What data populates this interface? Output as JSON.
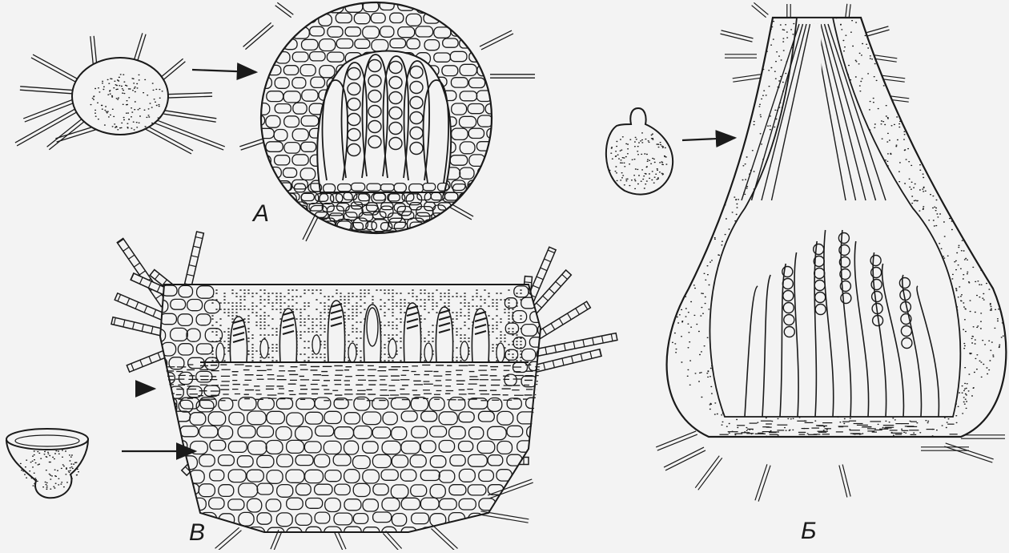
{
  "figure": {
    "panels": [
      {
        "id": "A",
        "label": "A",
        "kind": "cleistothecium",
        "views": [
          "small-external-view",
          "magnified-section"
        ]
      },
      {
        "id": "B",
        "label": "Б",
        "kind": "perithecium",
        "views": [
          "small-external-view",
          "magnified-section"
        ]
      },
      {
        "id": "V",
        "label": "В",
        "kind": "apothecium",
        "views": [
          "small-external-view",
          "magnified-section"
        ]
      }
    ],
    "colors": {
      "ink": "#1a1a1a",
      "paper": "#f3f3f3"
    }
  }
}
